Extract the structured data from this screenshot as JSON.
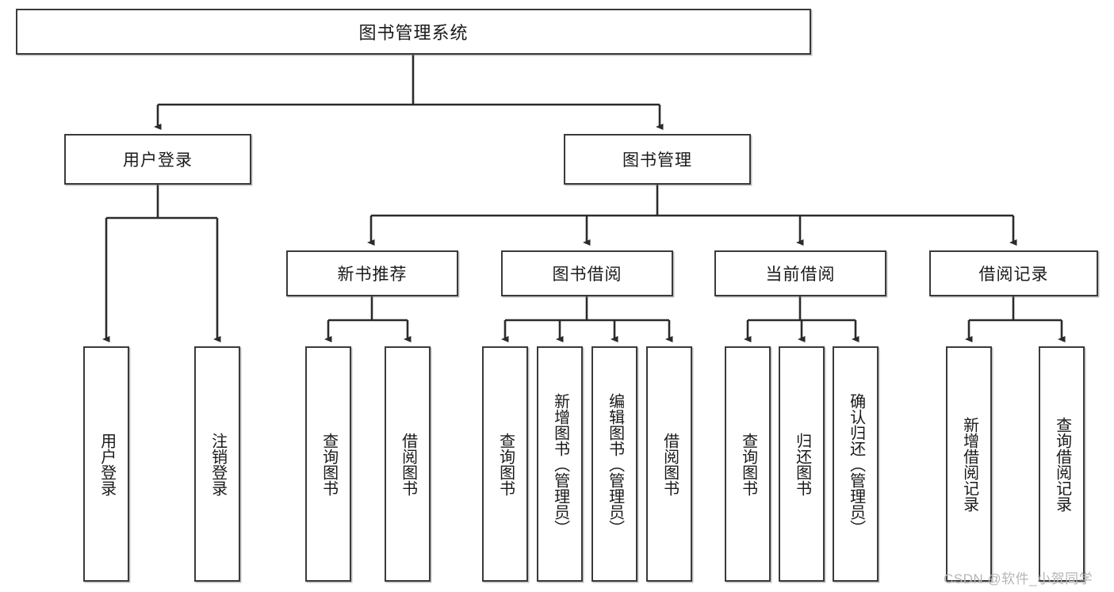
{
  "diagram": {
    "type": "hierarchy-tree",
    "title_node": {
      "id": "root",
      "label": "图书管理系统",
      "orientation": "horizontal"
    },
    "level2": [
      {
        "id": "user-login",
        "label": "用户登录",
        "orientation": "horizontal"
      },
      {
        "id": "book-manage",
        "label": "图书管理",
        "orientation": "horizontal"
      }
    ],
    "level3": [
      {
        "id": "new-book-recommend",
        "label": "新书推荐",
        "parent": "book-manage",
        "orientation": "horizontal"
      },
      {
        "id": "book-borrow",
        "label": "图书借阅",
        "parent": "book-manage",
        "orientation": "horizontal"
      },
      {
        "id": "current-borrow",
        "label": "当前借阅",
        "parent": "book-manage",
        "orientation": "horizontal"
      },
      {
        "id": "borrow-record",
        "label": "借阅记录",
        "parent": "book-manage",
        "orientation": "horizontal"
      }
    ],
    "leaves": [
      {
        "id": "leaf-user-login",
        "label": "用户登录",
        "parent": "user-login",
        "orientation": "vertical"
      },
      {
        "id": "leaf-user-logout",
        "label": "注销登录",
        "parent": "user-login",
        "orientation": "vertical"
      },
      {
        "id": "leaf-query-book-1",
        "label": "查询图书",
        "parent": "new-book-recommend",
        "orientation": "vertical"
      },
      {
        "id": "leaf-borrow-book-1",
        "label": "借阅图书",
        "parent": "new-book-recommend",
        "orientation": "vertical"
      },
      {
        "id": "leaf-query-book-2",
        "label": "查询图书",
        "parent": "book-borrow",
        "orientation": "vertical"
      },
      {
        "id": "leaf-add-book-admin",
        "label": "新增图书（管理员）",
        "parent": "book-borrow",
        "orientation": "vertical"
      },
      {
        "id": "leaf-edit-book-admin",
        "label": "编辑图书（管理员）",
        "parent": "book-borrow",
        "orientation": "vertical"
      },
      {
        "id": "leaf-borrow-book-2",
        "label": "借阅图书",
        "parent": "book-borrow",
        "orientation": "vertical"
      },
      {
        "id": "leaf-query-book-3",
        "label": "查询图书",
        "parent": "current-borrow",
        "orientation": "vertical"
      },
      {
        "id": "leaf-return-book",
        "label": "归还图书",
        "parent": "current-borrow",
        "orientation": "vertical"
      },
      {
        "id": "leaf-confirm-return-admin",
        "label": "确认归还（管理员）",
        "parent": "current-borrow",
        "orientation": "vertical"
      },
      {
        "id": "leaf-add-borrow-record",
        "label": "新增借阅记录",
        "parent": "borrow-record",
        "orientation": "vertical"
      },
      {
        "id": "leaf-query-borrow-record",
        "label": "查询借阅记录",
        "parent": "borrow-record",
        "orientation": "vertical"
      }
    ]
  },
  "watermark": {
    "text": "CSDN @软件_小贺同学"
  },
  "colors": {
    "border": "#3a3a3a",
    "connector": "#2b2b2b",
    "text": "#1a1a1a",
    "background": "#ffffff",
    "watermark": "#b6b6b6"
  }
}
